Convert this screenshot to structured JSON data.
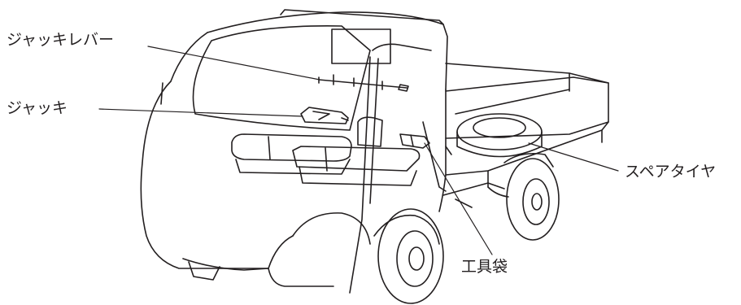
{
  "labels": {
    "jack_lever": "ジャッキレバー",
    "jack": "ジャッキ",
    "spare_tire": "スペアタイヤ",
    "tool_bag": "工具袋"
  },
  "colors": {
    "line": "#231f20",
    "background": "#ffffff"
  }
}
